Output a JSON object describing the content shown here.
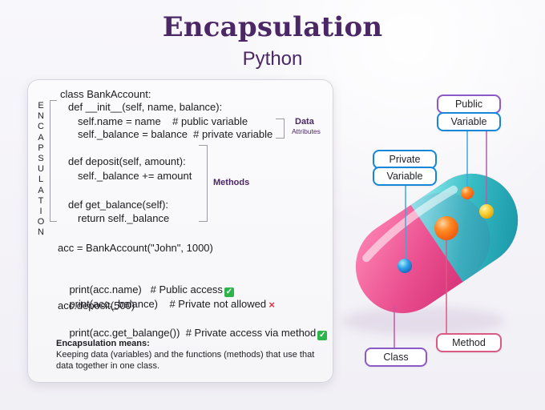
{
  "header": {
    "title": "Encapsulation",
    "subtitle": "Python"
  },
  "code": {
    "vertical_word": [
      "E",
      "N",
      "C",
      "A",
      "P",
      "S",
      "U",
      "L",
      "A",
      "T",
      "I",
      "O",
      "N"
    ],
    "lines": [
      "class BankAccount:",
      "def __init__(self, name, balance):",
      "self.name = name    # public variable",
      "self._balance = balance  # private variable",
      "def deposit(self, amount):",
      "self._balance += amount",
      "def get_balance(self):",
      "return self._balance",
      "acc = BankAccount(\"John\", 1000)",
      "print(acc.name)   # Public access",
      "print(acc._balance)    # Private not allowed",
      "acc.deposit(500)",
      "print(acc.get_balange())  # Private access via method"
    ],
    "annotations": {
      "data": "Data",
      "data_sub": "Attributes",
      "methods": "Methods"
    },
    "status_marks": {
      "public": "✓",
      "private_not_allowed": "×",
      "method": "✓"
    }
  },
  "note": {
    "title": "Encapsulation means:",
    "line1": "Keeping data (variables) and the functions (methods) that use that",
    "line2": "data together in one class."
  },
  "capsule_labels": {
    "public": "Public",
    "public_variable": "Variable",
    "private": "Private",
    "private_variable": "Variable",
    "class": "Class",
    "method": "Method"
  },
  "colors": {
    "title": "#4b2766",
    "capsule_pink": "#ea4f8f",
    "capsule_teal": "#37bcc4",
    "public_border": "#8b59c8",
    "private_border": "#1687d8",
    "method_border": "#d95a83",
    "check": "#2fb44b",
    "cross": "#d7363f"
  }
}
